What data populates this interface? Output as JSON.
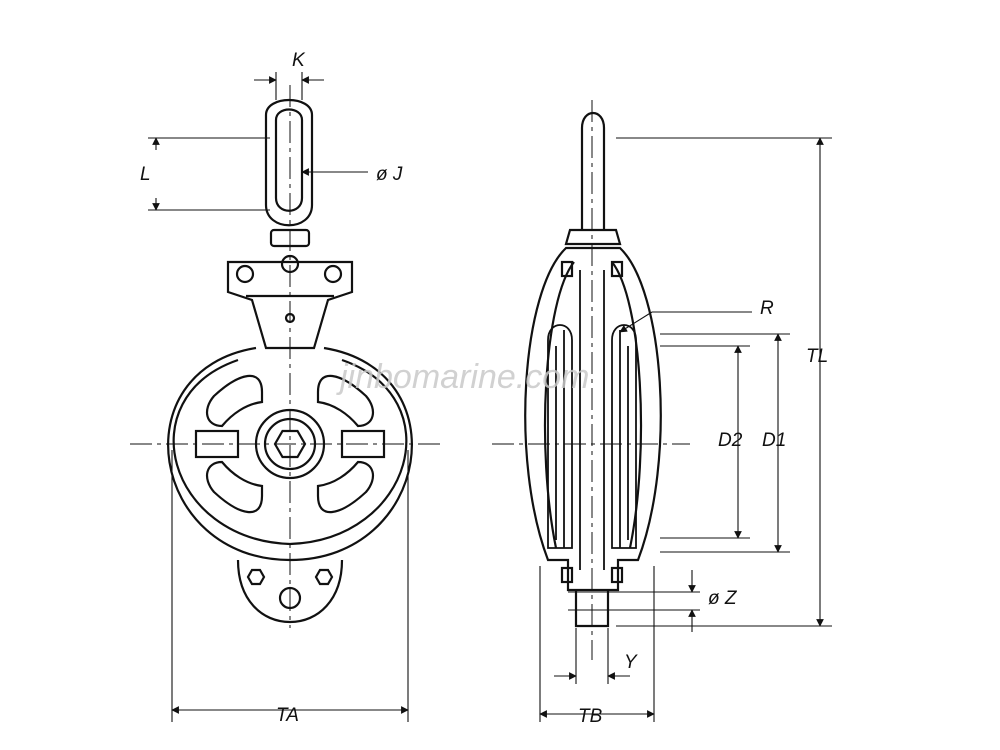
{
  "watermark": "jinbomarine.com",
  "labels": {
    "k": "K",
    "l": "L",
    "j": "ø J",
    "ta": "TA",
    "r": "R",
    "tl": "TL",
    "d2": "D2",
    "d1": "D1",
    "z": "ø Z",
    "y": "Y",
    "tb": "TB"
  },
  "colors": {
    "line": "#111111",
    "watermark": "#c9c9c9",
    "background": "#ffffff"
  }
}
